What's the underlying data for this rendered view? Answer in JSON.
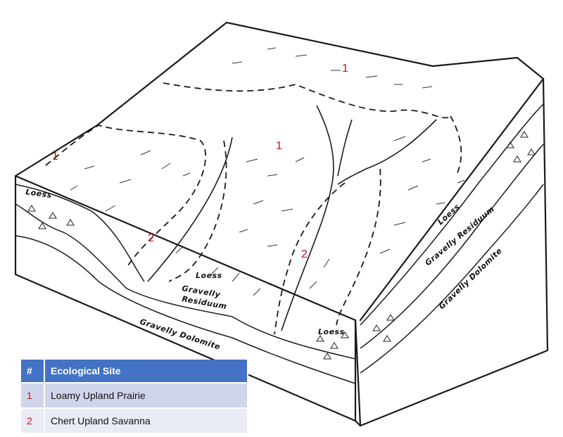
{
  "site_labels": {
    "a": "1",
    "b": "1",
    "c": "1",
    "d": "2",
    "e": "2"
  },
  "layer_labels": {
    "loess_left": "Loess",
    "loess_center": "Loess",
    "loess_front": "Loess",
    "loess_right": "Loess",
    "gravelly": "Gravelly",
    "residuum": "Residuum",
    "gravelly_dolomite_front": "Gravelly Dolomite",
    "gravelly_residuum_right": "Gravelly Residuum",
    "gravelly_dolomite_right": "Gravelly Dolomite"
  },
  "legend": {
    "header_num": "#",
    "header_site": "Ecological Site",
    "rows": [
      {
        "num": "1",
        "site": "Loamy Upland Prairie"
      },
      {
        "num": "2",
        "site": "Chert Upland Savanna"
      }
    ]
  },
  "colors": {
    "site_number": "#c0141c",
    "legend_header": "#4472c4",
    "legend_row_1": "#cfd5ea",
    "legend_row_2": "#e9ebf5"
  }
}
